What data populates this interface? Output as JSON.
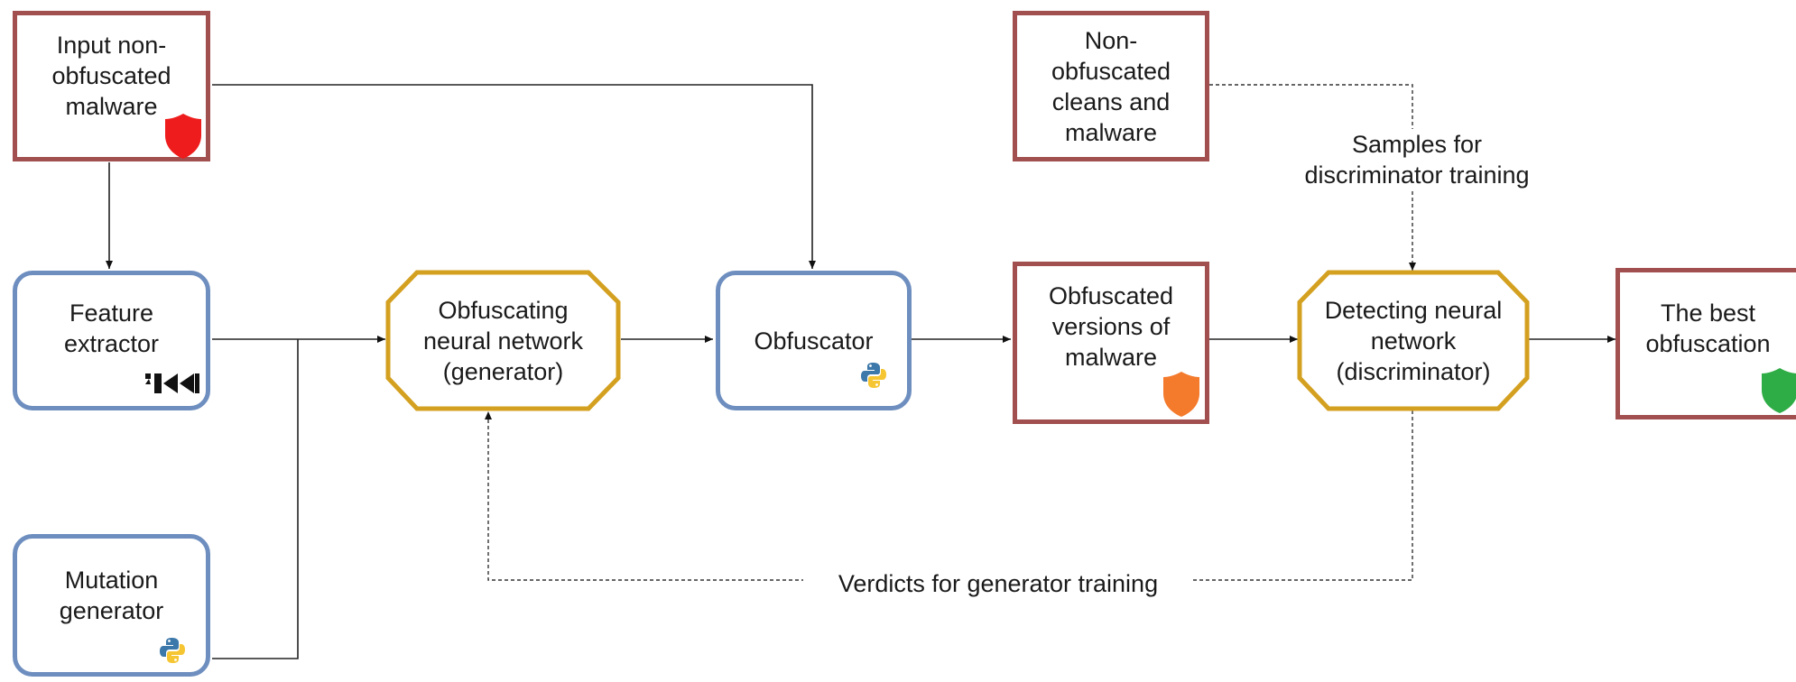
{
  "nodes": {
    "input_malware": "Input non-\nobfuscated\nmalware",
    "feature_extractor": "Feature\nextractor",
    "mutation_generator": "Mutation\ngenerator",
    "generator": "Obfuscating\nneural network\n(generator)",
    "obfuscator": "Obfuscator",
    "clean_samples": "Non-\nobfuscated\ncleans and\nmalware",
    "obfuscated_versions": "Obfuscated\nversions of\nmalware",
    "discriminator": "Detecting neural\nnetwork\n(discriminator)",
    "best": "The best\nobfuscation"
  },
  "edges": {
    "samples_label": "Samples for\ndiscriminator training",
    "verdicts_label": "Verdicts for generator training"
  },
  "icons": {
    "red_shield": "shield-icon",
    "orange_shield": "shield-icon",
    "green_shield": "shield-icon",
    "python": "python-logo-icon",
    "ida": "ida-logo-icon"
  },
  "colors": {
    "red_box_border": "#a24f4f",
    "blue_box_border": "#6d8ebf",
    "octagon_border": "#d4a020",
    "shield_red": "#ee1c1c",
    "shield_orange": "#f47a2c",
    "shield_green": "#2eac45"
  }
}
